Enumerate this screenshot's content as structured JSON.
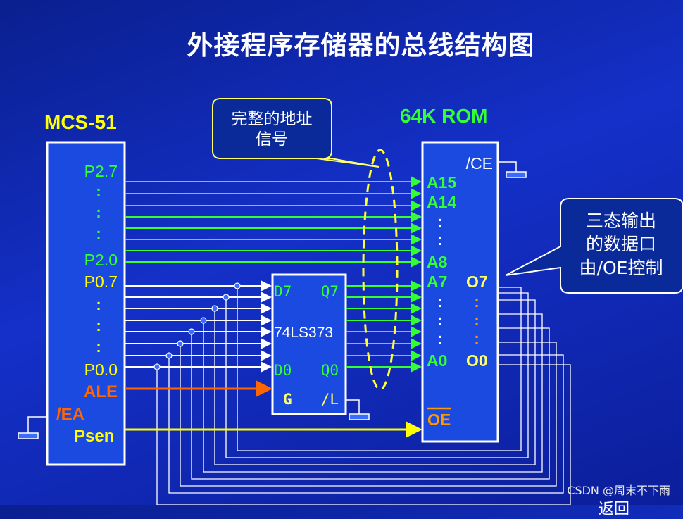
{
  "title": "外接程序存储器的总线结构图",
  "mcu": {
    "name": "MCS-51",
    "pins": [
      "P2.7",
      "P2.0",
      "P0.7",
      "P0.0",
      "ALE",
      "/EA",
      "Psen"
    ],
    "dots": ":"
  },
  "rom": {
    "name": "64K ROM",
    "ce": "/CE",
    "address_pins": [
      "A15",
      "A14",
      "A8",
      "A7",
      "A0"
    ],
    "data_pins": [
      "O7",
      "O0"
    ],
    "oe": "OE"
  },
  "latch": {
    "name": "74LS373",
    "pins": [
      "D7",
      "Q7",
      "D0",
      "Q0",
      "G",
      "/L"
    ]
  },
  "callouts": {
    "address": "完整的地址信号",
    "address_line1": "完整的地址",
    "address_line2": "信号",
    "data_line1": "三态输出",
    "data_line2": "的数据口",
    "data_line3": "由/OE控制"
  },
  "watermark": "CSDN @周末不下雨",
  "footer": "返回",
  "colors": {
    "background": "#1430c8",
    "high_address": "#33ff33",
    "low_bus": "#ffffff",
    "ale": "#ff6600",
    "psen": "#ffff00",
    "callout_border": "#ffff66",
    "ellipse": "#ffff33"
  }
}
